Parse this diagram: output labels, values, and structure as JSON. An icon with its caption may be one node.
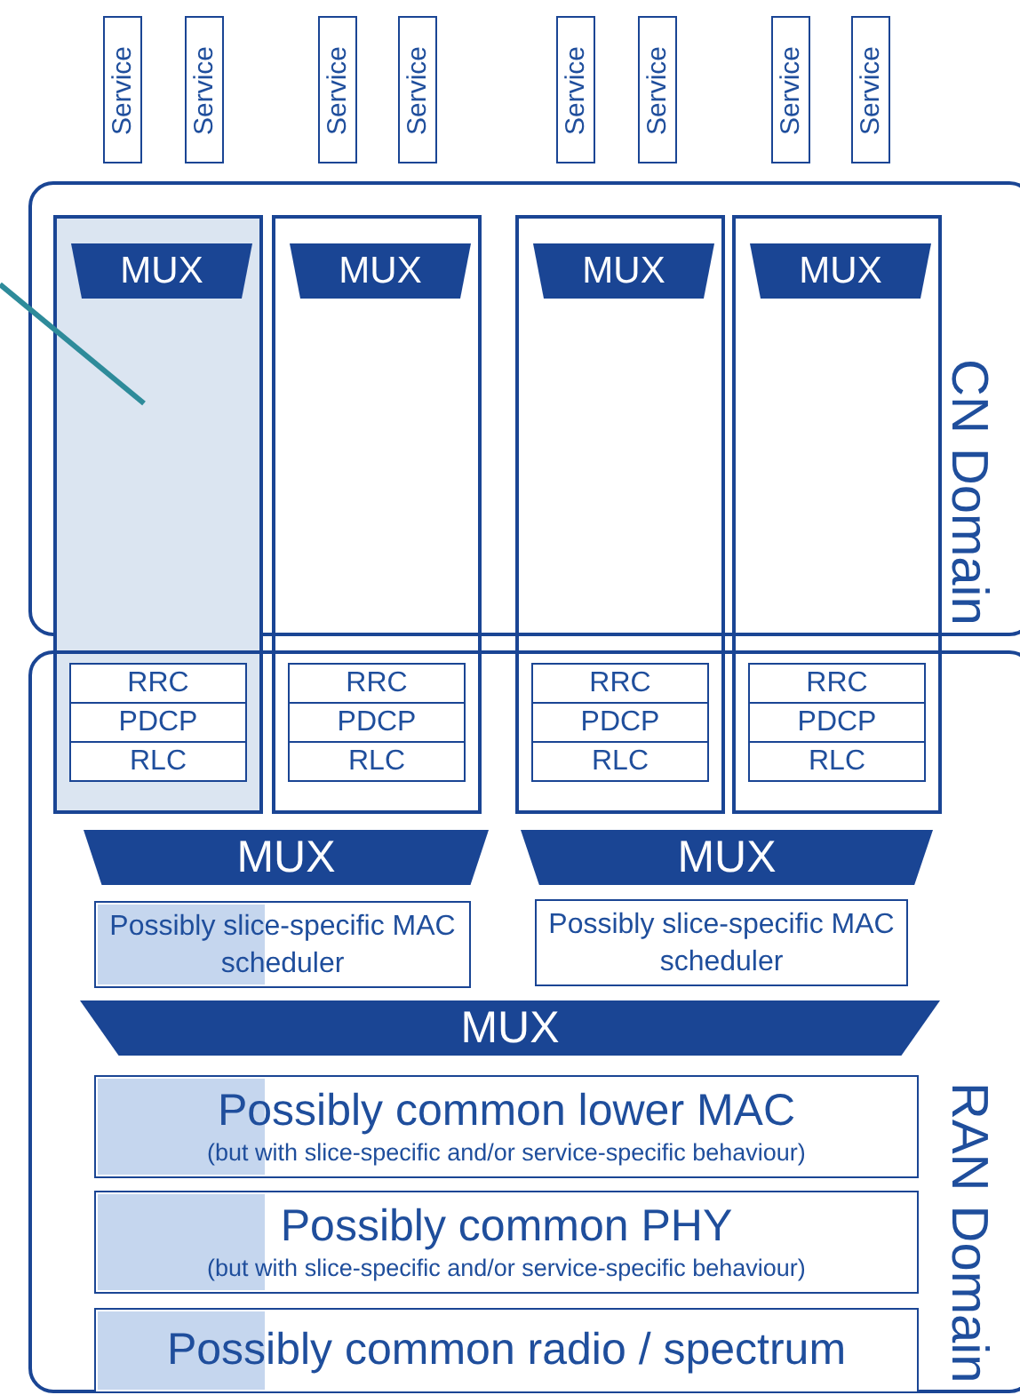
{
  "diagram": {
    "nodes": [
      {
        "text": [
          "Service"
        ]
      },
      {
        "text": [
          "Service"
        ]
      },
      {
        "text": [
          "Service"
        ]
      },
      {
        "text": [
          "Service"
        ]
      },
      {
        "text": [
          "Service"
        ]
      },
      {
        "text": [
          "Service"
        ]
      },
      {
        "text": [
          "Service"
        ]
      },
      {
        "text": [
          "Service"
        ]
      },
      {
        "text": [
          "CN Domain"
        ]
      },
      {
        "text": [],
        "shape": "box"
      },
      {
        "text": [
          "MUX"
        ]
      },
      {
        "text": [
          "RRC"
        ]
      },
      {
        "text": [
          "PDCP"
        ]
      },
      {
        "text": [
          "RLC"
        ]
      },
      {
        "text": [],
        "shape": "box"
      },
      {
        "text": [
          "MUX"
        ]
      },
      {
        "text": [
          "RRC"
        ]
      },
      {
        "text": [
          "PDCP"
        ]
      },
      {
        "text": [
          "RLC"
        ]
      },
      {
        "text": [],
        "shape": "box"
      },
      {
        "text": [
          "MUX"
        ]
      },
      {
        "text": [
          "RRC"
        ]
      },
      {
        "text": [
          "PDCP"
        ]
      },
      {
        "text": [
          "RLC"
        ]
      },
      {
        "text": [],
        "shape": "box"
      },
      {
        "text": [
          "MUX"
        ]
      },
      {
        "text": [
          "RRC"
        ]
      },
      {
        "text": [
          "PDCP"
        ]
      },
      {
        "text": [
          "RLC"
        ]
      },
      {
        "text": [
          "RAN Domain"
        ]
      },
      {
        "text": [
          "MUX"
        ],
        "in": 29
      },
      {
        "text": [
          "MUX"
        ],
        "in": 29
      },
      {
        "text": [
          "Possibly slice-specific MAC scheduler"
        ],
        "in": 29
      },
      {
        "text": [
          "Possibly slice-specific MAC scheduler"
        ],
        "in": 29
      },
      {
        "text": [
          "MUX"
        ],
        "in": 29
      },
      {
        "text": [
          "Possibly common lower MAC",
          "(but with slice-specific and/or service-specific behaviour)"
        ],
        "in": 29
      },
      {
        "text": [
          "Possibly common PHY",
          "(but with slice-specific and/or service-specific behaviour)"
        ],
        "in": 29
      },
      {
        "text": [
          "Possibly common radio / spectrum"
        ],
        "in": 29
      }
    ],
    "edges": [
      {
        "from": null,
        "to": 9,
        "arrow": "none"
      }
    ]
  }
}
